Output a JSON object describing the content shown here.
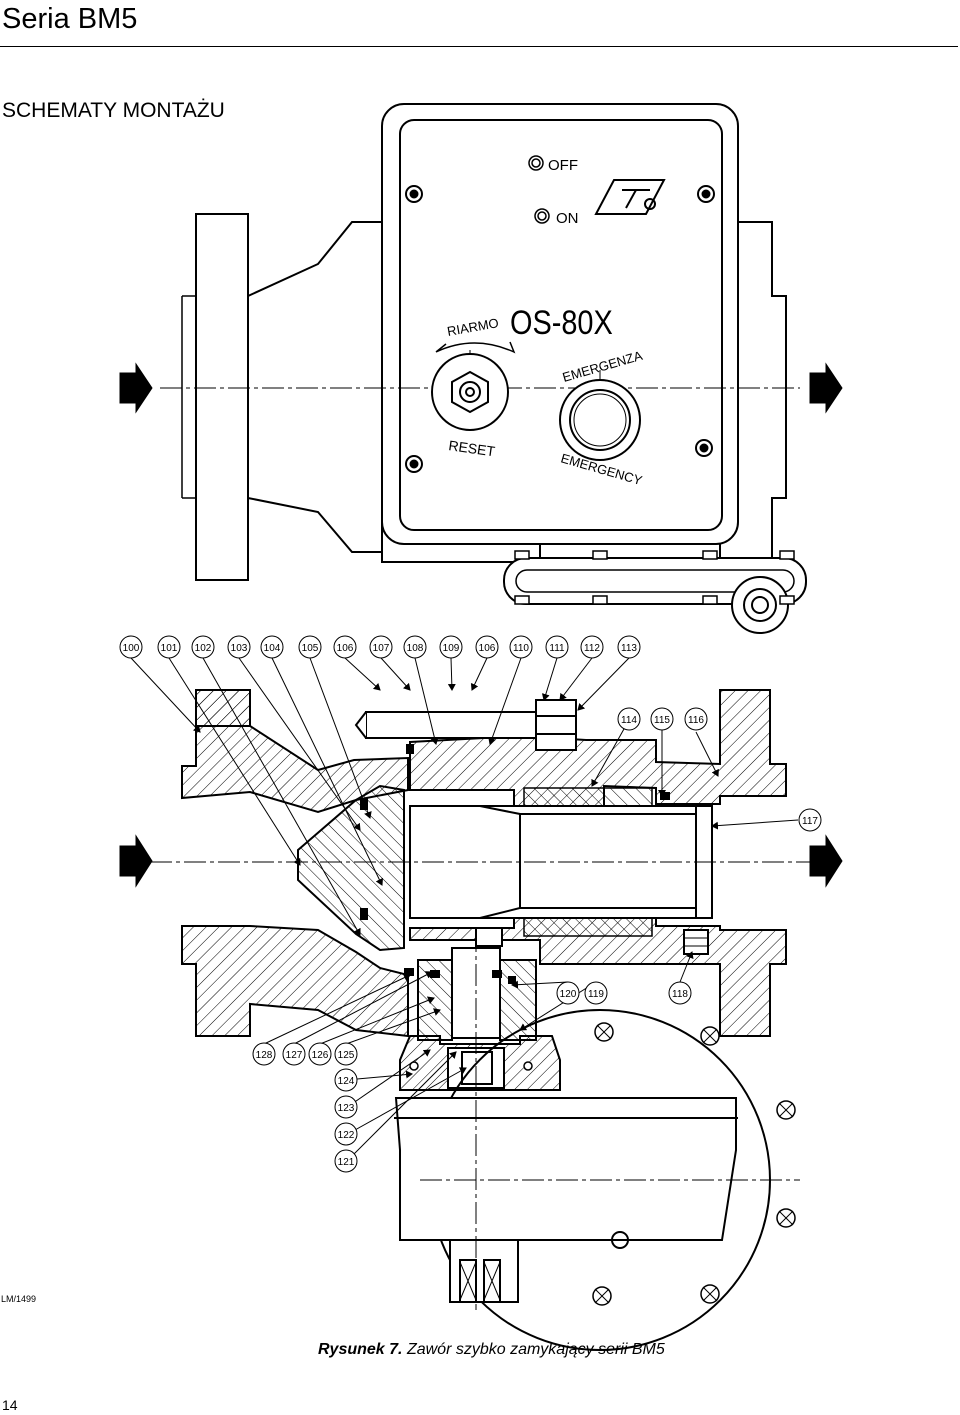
{
  "header": {
    "series": "Seria BM5"
  },
  "section_title": "SCHEMATY MONTAŻU",
  "panel": {
    "indicators": [
      {
        "label": "OFF"
      },
      {
        "label": "ON"
      }
    ],
    "model": "OS-80X",
    "reset_labels": {
      "top": "RIARMO",
      "bottom": "RESET"
    },
    "emergency_labels": {
      "top": "EMERGENZA",
      "bottom": "EMERGENCY"
    }
  },
  "part_numbers": {
    "row_top": [
      "100",
      "101",
      "102",
      "103",
      "104",
      "105",
      "106",
      "107",
      "108",
      "109",
      "106",
      "110",
      "111",
      "112",
      "113"
    ],
    "row_right": [
      "114",
      "115",
      "116"
    ],
    "single_117": "117",
    "row_mid": [
      "120",
      "119",
      "118"
    ],
    "row_lower": [
      "128",
      "127",
      "126",
      "125"
    ],
    "column": [
      "124",
      "123",
      "122",
      "121"
    ]
  },
  "drawing_code": "LM/1499",
  "caption": {
    "label": "Rysunek 7.",
    "text": "Zawór szybko zamykający serii BM5"
  },
  "page_number": "14"
}
